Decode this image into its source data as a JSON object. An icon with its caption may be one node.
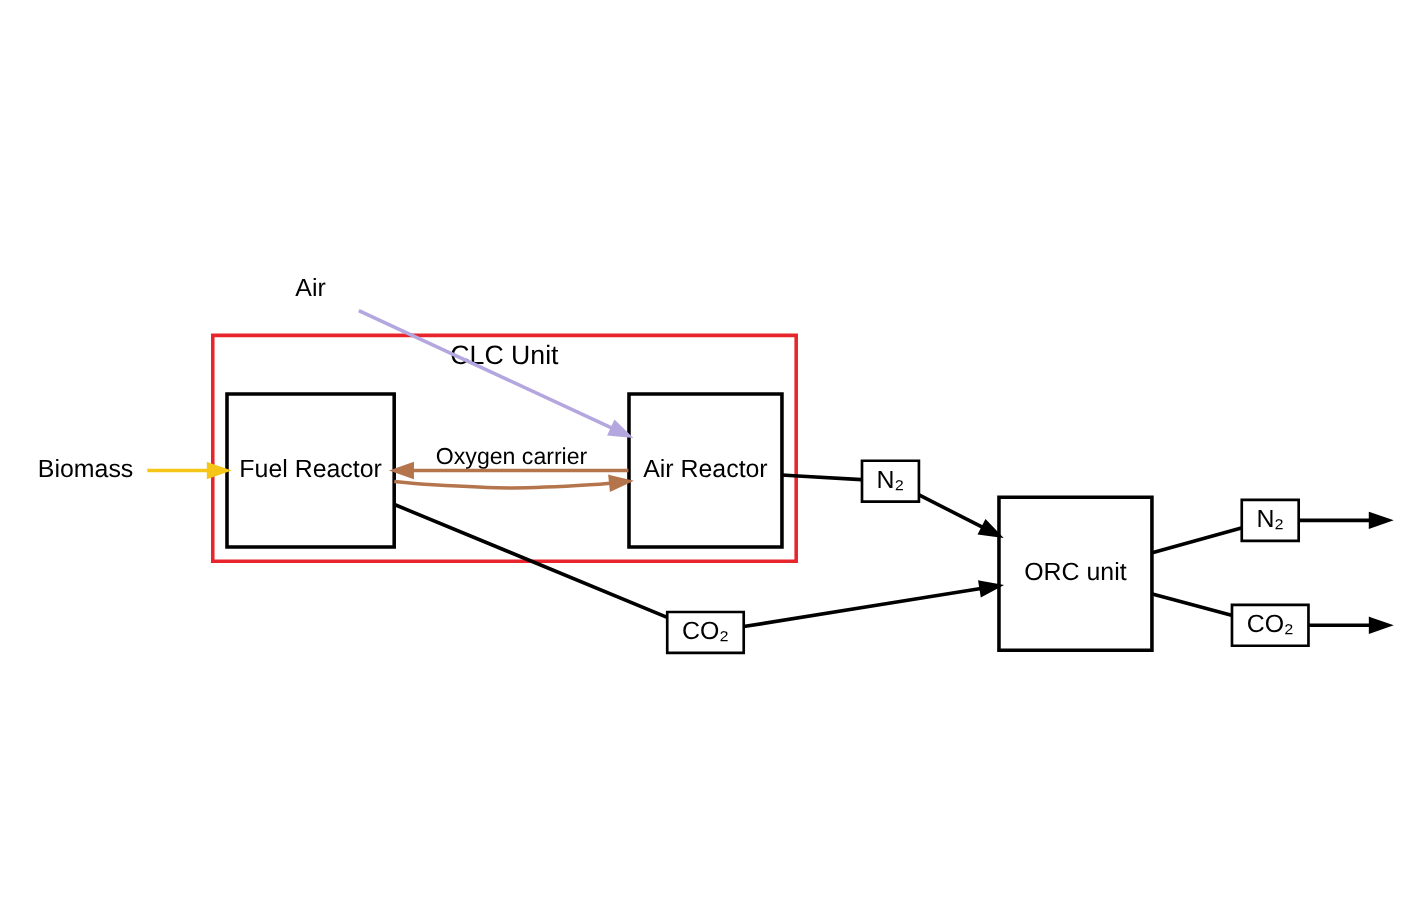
{
  "diagram": {
    "nodes": [
      {
        "text": [
          "CLC Unit"
        ]
      },
      {
        "text": [
          "Fuel Reactor"
        ],
        "in": 0
      },
      {
        "text": [
          "Air Reactor"
        ],
        "in": 0
      },
      {
        "text": [
          "ORC unit"
        ]
      },
      {
        "text": [
          "Biomass"
        ]
      },
      {
        "text": [
          "Air"
        ]
      },
      {
        "text": [
          "N₂"
        ]
      },
      {
        "text": [
          "CO₂"
        ]
      },
      {
        "text": [
          "N₂"
        ]
      },
      {
        "text": [
          "CO₂"
        ]
      }
    ],
    "edges": [
      {
        "from": 4,
        "to": 1,
        "arrow": "to",
        "color": "#f5c518"
      },
      {
        "from": 1,
        "to": 2,
        "arrow": "to",
        "color": "#b5754c"
      },
      {
        "from": 2,
        "to": 1,
        "arrow": "to",
        "label": "Oxygen carrier",
        "color": "#b5754c"
      },
      {
        "from": 5,
        "to": 2,
        "arrow": "to",
        "color": "#b4a7e0"
      },
      {
        "from": 2,
        "to": 6,
        "arrow": "none"
      },
      {
        "from": 6,
        "to": 3,
        "arrow": "to"
      },
      {
        "from": 1,
        "to": 7,
        "arrow": "none"
      },
      {
        "from": 7,
        "to": 3,
        "arrow": "to"
      },
      {
        "from": 3,
        "to": 8,
        "arrow": "none"
      },
      {
        "from": 8,
        "to": null,
        "arrow": "to"
      },
      {
        "from": 3,
        "to": 9,
        "arrow": "none"
      },
      {
        "from": 9,
        "to": null,
        "arrow": "to"
      }
    ]
  }
}
